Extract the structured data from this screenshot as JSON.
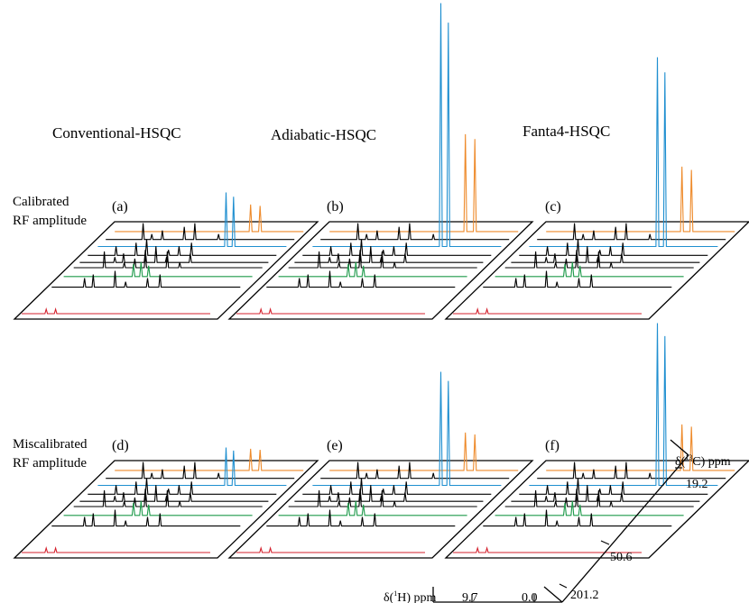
{
  "figure": {
    "column_titles": [
      "Conventional-HSQC",
      "Adiabatic-HSQC",
      "Fanta4-HSQC"
    ],
    "row_labels": [
      [
        "Calibrated",
        "RF amplitude"
      ],
      [
        "Miscalibrated",
        "RF amplitude"
      ]
    ],
    "axes": {
      "c13_label": "δ(",
      "c13_sup": "13",
      "c13_suffix": "C) ppm",
      "h1_label": "δ(",
      "h1_sup": "1",
      "h1_suffix": "H) ppm",
      "c13_ticks": [
        "19.2",
        "50.6",
        "201.2"
      ],
      "h1_ticks": [
        "9.7",
        "0.0"
      ]
    }
  },
  "colors": {
    "frame": "#000000",
    "red": "#d4202c",
    "green": "#1d9a4a",
    "blue": "#1f8fd0",
    "orange": "#ee8a2a",
    "black": "#000000"
  },
  "chart_data": {
    "type": "stacked 1D spectra (pseudo-3D)",
    "x_axis": {
      "label": "δ(1H) ppm",
      "ticks": [
        9.7,
        0.0
      ]
    },
    "z_axis": {
      "label": "δ(13C) ppm",
      "ticks": [
        19.2,
        50.6,
        201.2
      ]
    },
    "traces_from_front": [
      "red",
      "black",
      "green",
      "black",
      "black",
      "black",
      "blue",
      "black",
      "orange"
    ],
    "panels": [
      {
        "label": "(a)",
        "method": "Conventional-HSQC",
        "condition": "Calibrated RF amplitude",
        "blue_peak_height": 1.0,
        "orange_peak_height": 0.5
      },
      {
        "label": "(b)",
        "method": "Adiabatic-HSQC",
        "condition": "Calibrated RF amplitude",
        "blue_peak_height": 4.5,
        "orange_peak_height": 1.8
      },
      {
        "label": "(c)",
        "method": "Fanta4-HSQC",
        "condition": "Calibrated RF amplitude",
        "blue_peak_height": 3.5,
        "orange_peak_height": 1.2
      },
      {
        "label": "(d)",
        "method": "Conventional-HSQC",
        "condition": "Miscalibrated RF amplitude",
        "blue_peak_height": 0.7,
        "orange_peak_height": 0.4
      },
      {
        "label": "(e)",
        "method": "Adiabatic-HSQC",
        "condition": "Miscalibrated RF amplitude",
        "blue_peak_height": 2.1,
        "orange_peak_height": 0.7
      },
      {
        "label": "(f)",
        "method": "Fanta4-HSQC",
        "condition": "Miscalibrated RF amplitude",
        "blue_peak_height": 3.0,
        "orange_peak_height": 0.85
      }
    ]
  }
}
